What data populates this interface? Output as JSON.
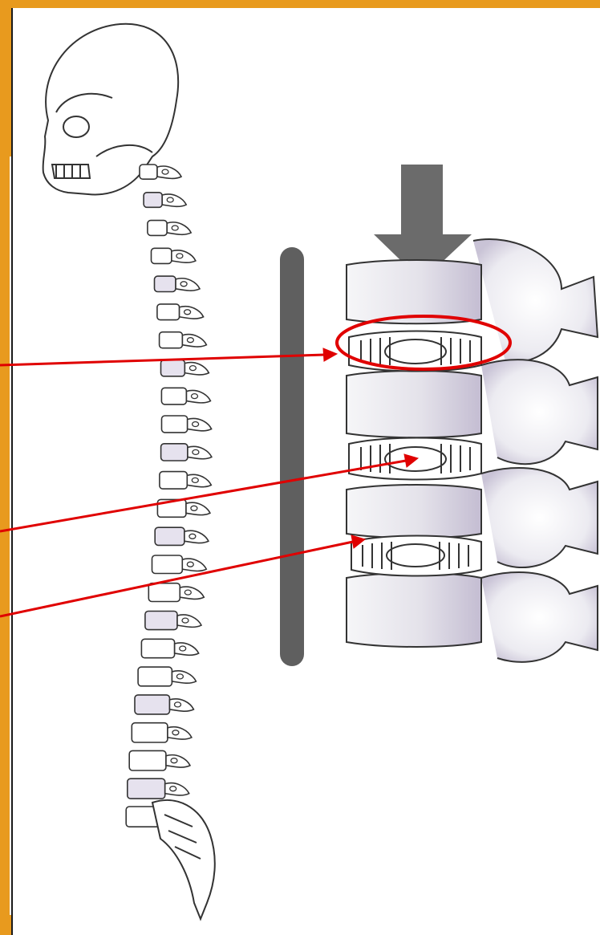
{
  "figure": {
    "caption": "",
    "background_heading": "",
    "colors": {
      "frame": "#e89a1e",
      "bone_outline": "#333333",
      "bone_shade": "#c7c0d4",
      "pressure_arrow": "#6b6b6b",
      "column_bar": "#5f5f5f",
      "annotation": "#e00000"
    },
    "annotations": [
      {
        "id": "disc-top",
        "target": "intervertebral-disc",
        "highlighted": true
      },
      {
        "id": "disc-middle",
        "target": "intervertebral-disc",
        "highlighted": false
      },
      {
        "id": "disc-bottom",
        "target": "intervertebral-disc",
        "highlighted": false
      }
    ]
  }
}
